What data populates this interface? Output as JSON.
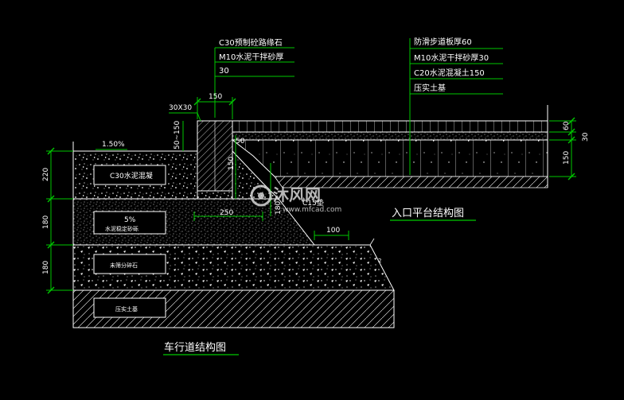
{
  "colors": {
    "background": "#000000",
    "line_white": "#ffffff",
    "leader_green": "#00c800",
    "dimension_green": "#00c800"
  },
  "curb_callout": {
    "lines": [
      "C30预制砼路缘石",
      "M10水泥干拌砂厚",
      "30"
    ]
  },
  "platform_callout": {
    "lines": [
      "防滑步道板厚60",
      "M10水泥干拌砂厚30",
      "C20水泥混凝土150",
      "压实土基"
    ]
  },
  "road_layers": {
    "concrete": "C30水泥混凝",
    "stabilized_pct": "5%",
    "stabilized": "水泥稳定砂砾",
    "gravel": "未筛分碎石",
    "subgrade": "压实土基"
  },
  "dimensions": {
    "chamfer": "30X30",
    "curb_width": "150",
    "curb_reveal": "50~150",
    "slope": "1.50%",
    "left_220": "220",
    "left_180a": "180",
    "left_180b": "180",
    "right_60": "60",
    "right_30": "30",
    "right_150": "150",
    "inner_150": "150",
    "inner_250": "250",
    "inner_180": "180",
    "inner_c15": "C15垫",
    "offset_100": "100",
    "curb_top_50": "50"
  },
  "titles": {
    "platform": "入口平台结构图",
    "road": "车行道结构图"
  },
  "watermark": {
    "brand": "沐风网",
    "url": "www.mfcad.com"
  }
}
